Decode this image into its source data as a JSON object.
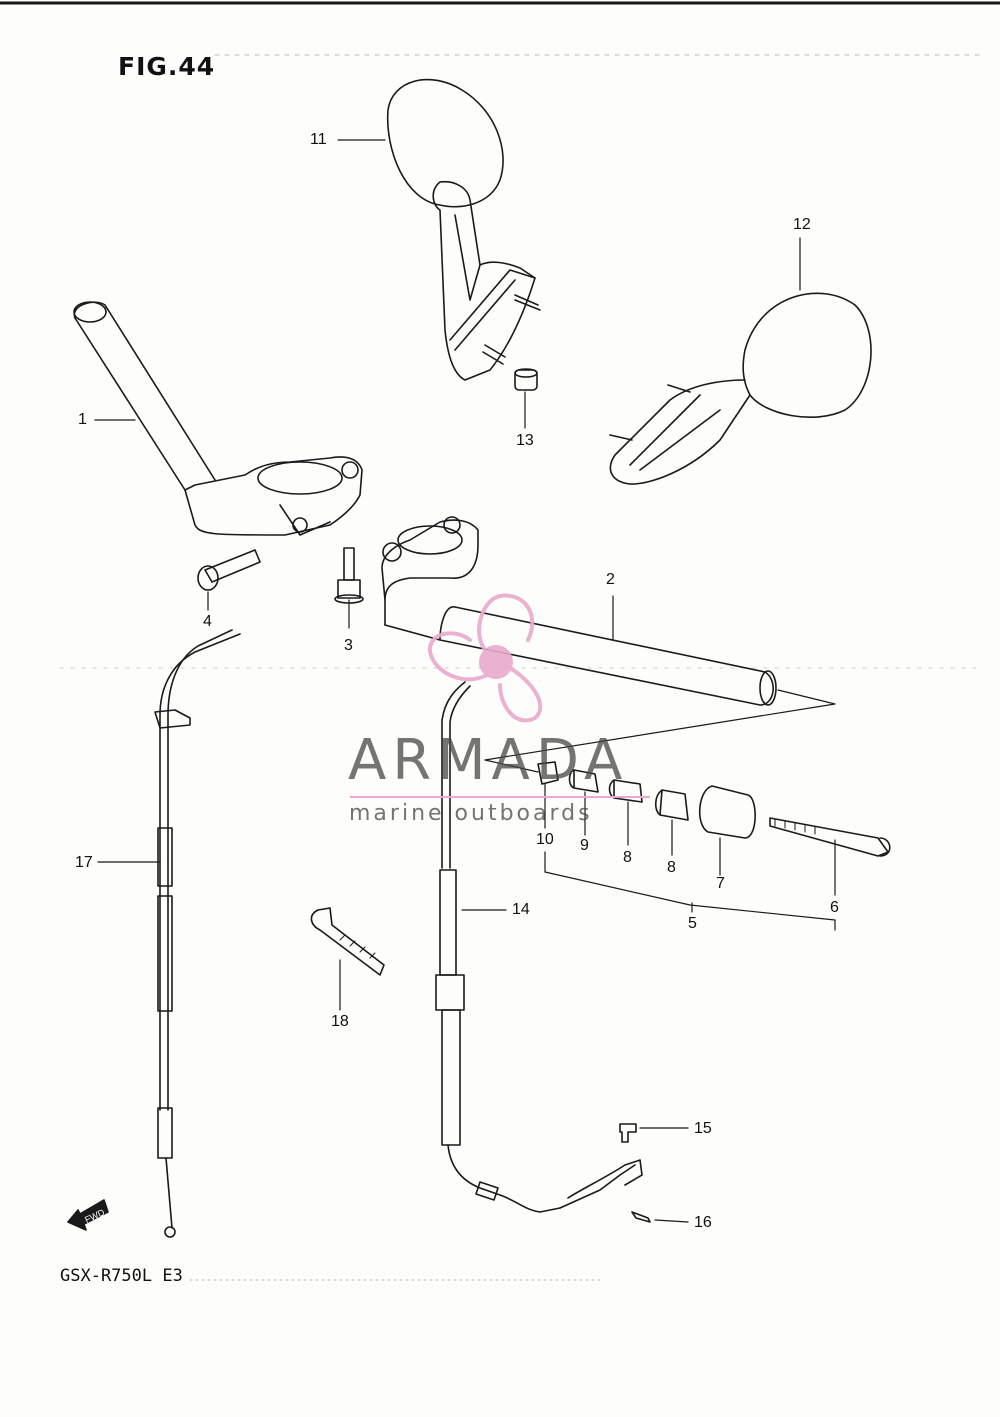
{
  "figure": {
    "title": "FIG.44",
    "model": "GSX-R750L E3"
  },
  "watermark": {
    "name": "ARMADA",
    "tagline": "marine outboards",
    "color": "#e9a9cc"
  },
  "forward_marker": {
    "label": "FWD",
    "icon": "fwd-arrow-icon"
  },
  "callouts": [
    "1",
    "2",
    "3",
    "4",
    "5",
    "6",
    "7",
    "8",
    "8",
    "9",
    "10",
    "11",
    "12",
    "13",
    "14",
    "15",
    "16",
    "17",
    "18"
  ]
}
